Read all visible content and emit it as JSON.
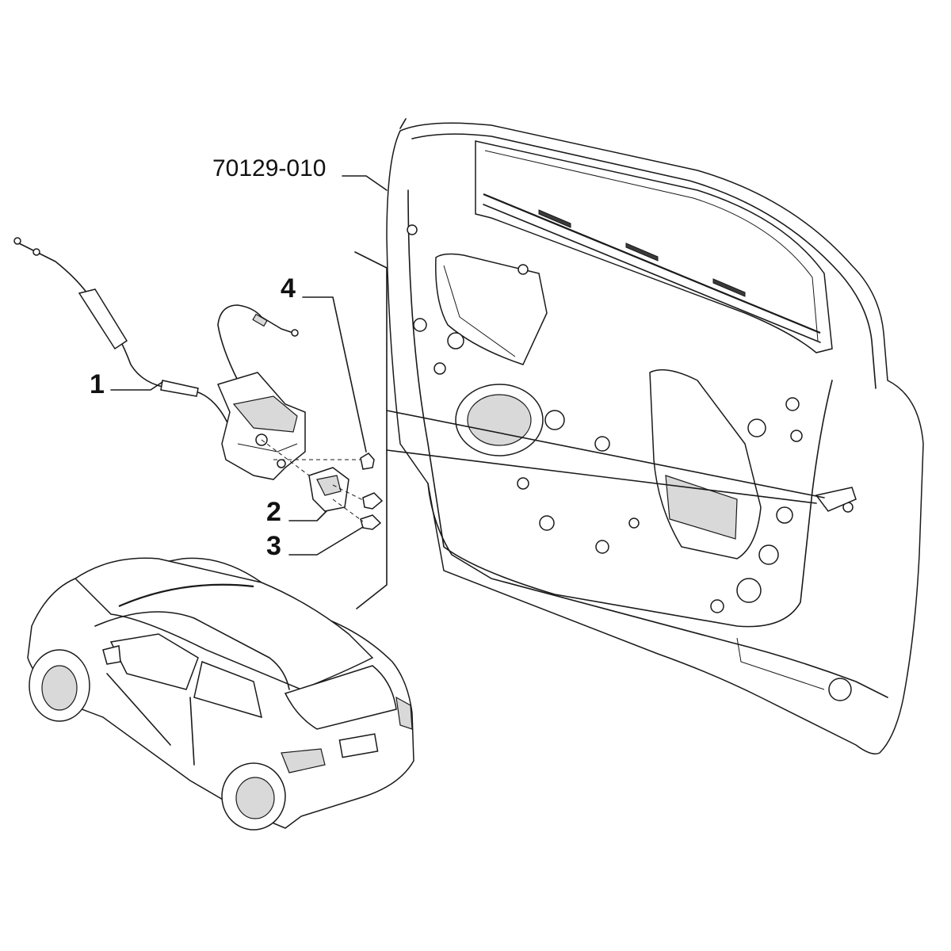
{
  "diagram": {
    "callouts": [
      {
        "id": "1",
        "text": "1"
      },
      {
        "id": "2",
        "text": "2"
      },
      {
        "id": "3",
        "text": "3"
      },
      {
        "id": "4",
        "text": "4"
      }
    ],
    "reference": "70129-010"
  }
}
